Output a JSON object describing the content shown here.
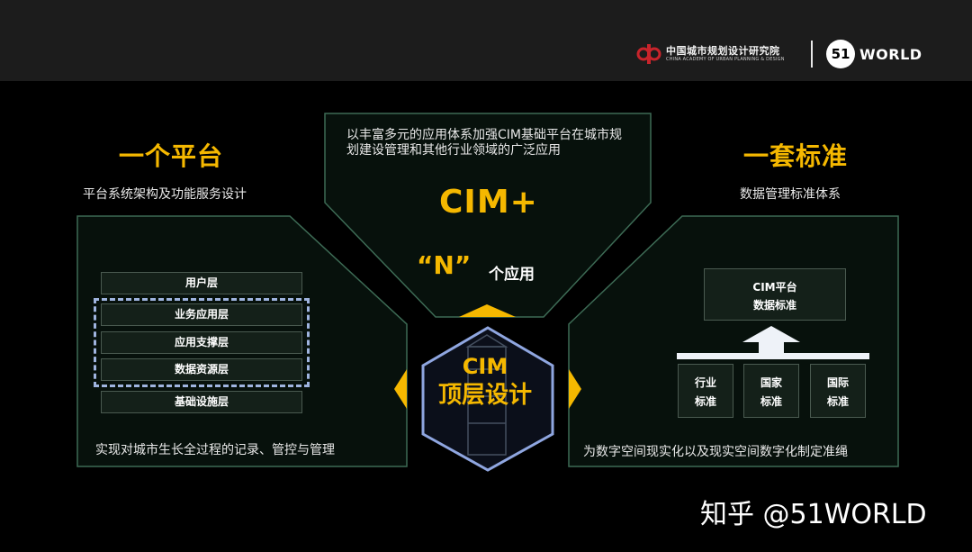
{
  "header": {
    "institute_cn": "中国城市规划设计研究院",
    "institute_en": "CHINA ACADEMY OF URBAN PLANNING & DESIGN",
    "brand_circle": "51",
    "brand_word": "WORLD"
  },
  "left": {
    "title": "一个平台",
    "subtitle": "平台系统架构及功能服务设计",
    "layers": [
      "用户层",
      "业务应用层",
      "应用支撑层",
      "数据资源层",
      "基础设施层"
    ],
    "caption": "实现对城市生长全过程的记录、管控与管理"
  },
  "top": {
    "description": "以丰富多元的应用体系加强CIM基础平台在城市规划建设管理和其他行业领域的广泛应用",
    "cim_plus": "CIM+",
    "n_quote": "“N”",
    "n_apps": "个应用"
  },
  "center": {
    "line1": "CIM",
    "line2": "顶层设计"
  },
  "right": {
    "title": "一套标准",
    "subtitle": "数据管理标准体系",
    "platform_line1": "CIM平台",
    "platform_line2": "数据标准",
    "standards": [
      {
        "l1": "行业",
        "l2": "标准"
      },
      {
        "l1": "国家",
        "l2": "标准"
      },
      {
        "l1": "国际",
        "l2": "标准"
      }
    ],
    "caption": "为数字空间现实化以及现实空间数字化制定准绳"
  },
  "watermark": "知乎 @51WORLD",
  "colors": {
    "accent": "#f5b800",
    "panel_border": "#3d6b55",
    "dashed": "#9fb4df",
    "hex_border": "#8fa6e0"
  }
}
